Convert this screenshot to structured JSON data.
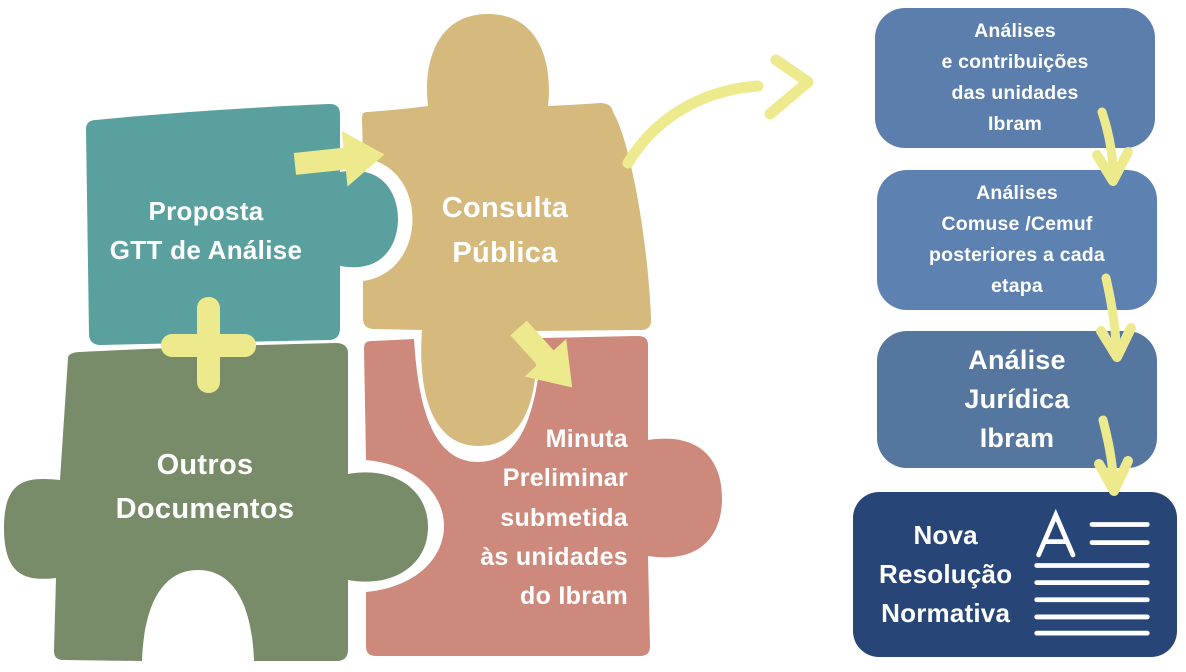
{
  "colors": {
    "teal": "#5aa09e",
    "tan": "#d6b97d",
    "green": "#788c69",
    "salmon": "#cd8a7c",
    "yellow": "#edea8e",
    "blue_1": "#5b7ead",
    "blue_2": "#5d82b2",
    "blue_3": "#54769f",
    "navy": "#274677",
    "text_white": "#ffffff"
  },
  "puzzle": {
    "pieces": [
      {
        "id": "proposta",
        "label": "Proposta\nGTT de Análise"
      },
      {
        "id": "consulta",
        "label": "Consulta\nPública"
      },
      {
        "id": "outros",
        "label": "Outros\nDocumentos"
      },
      {
        "id": "minuta",
        "label": "Minuta\nPreliminar\nsubmetida\nàs unidades\ndo Ibram"
      }
    ],
    "plus_icon": "plus"
  },
  "flow": {
    "boxes": [
      {
        "id": "analises-unidades",
        "label": "Análises\ne contribuições\ndas unidades\nIbram"
      },
      {
        "id": "analises-comuse",
        "label": "Análises\nComuse /Cemuf\nposteriores a cada\netapa"
      },
      {
        "id": "analise-juridica",
        "label": "Análise\nJurídica\nIbram"
      },
      {
        "id": "nova-resolucao",
        "label": "Nova\nResolução\nNormativa",
        "icon": "document-text-icon",
        "icon_letter": "A"
      }
    ]
  }
}
